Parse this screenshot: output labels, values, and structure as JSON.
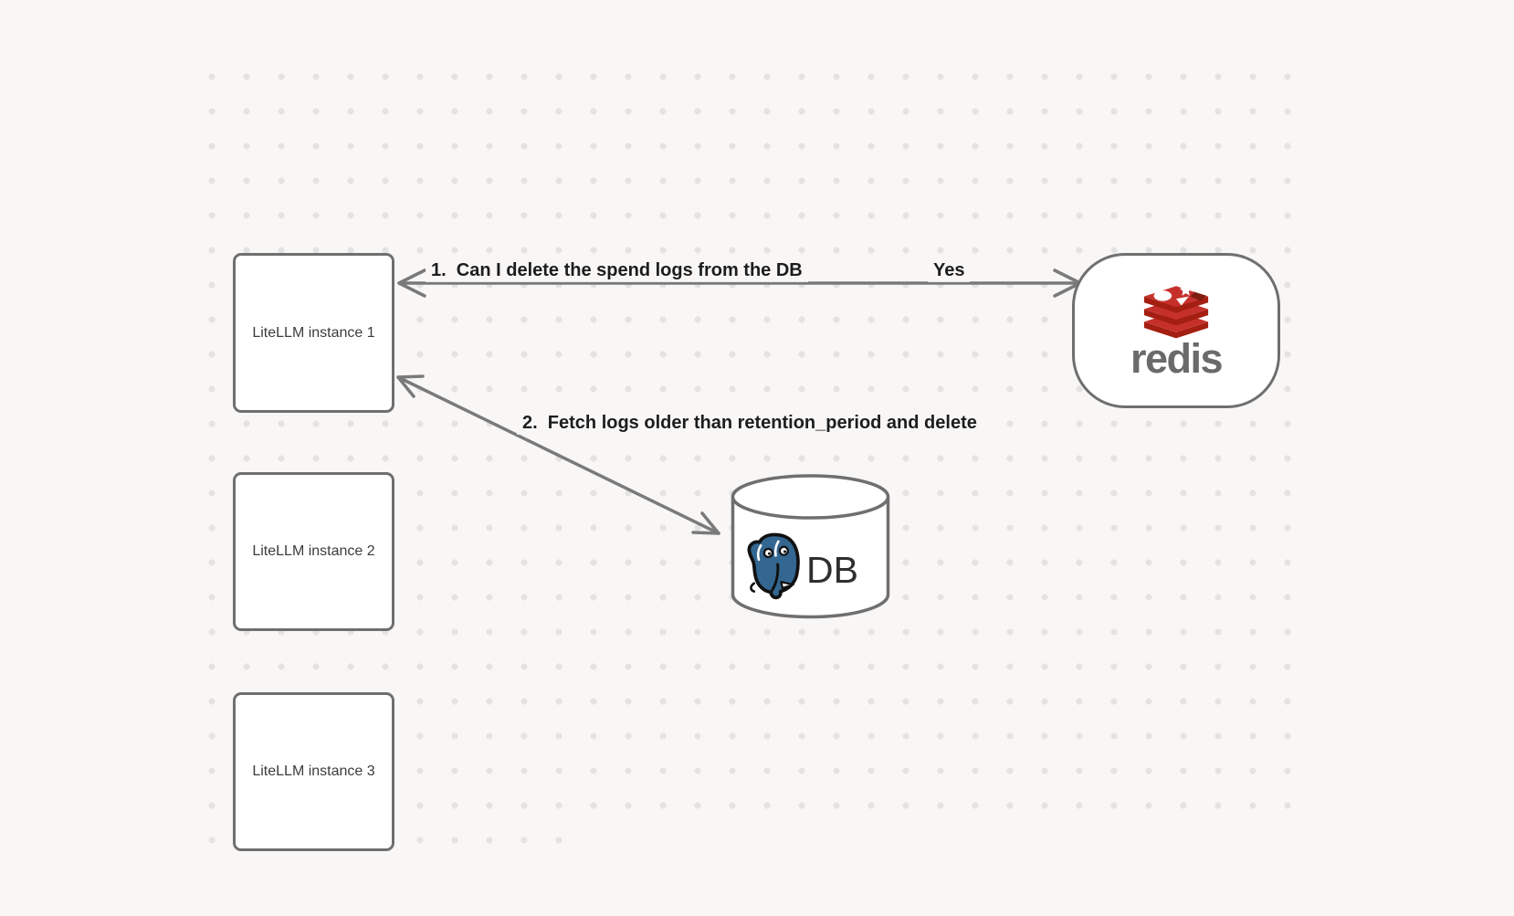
{
  "nodes": {
    "litellm1": {
      "label": "LiteLLM instance 1"
    },
    "litellm2": {
      "label": "LiteLLM instance 2"
    },
    "litellm3": {
      "label": "LiteLLM instance 3"
    },
    "redis": {
      "brand": "redis",
      "icon": "redis-stack-icon"
    },
    "db": {
      "label": "DB",
      "icon": "postgresql-elephant-icon"
    }
  },
  "edges": {
    "edge1": {
      "label": "1.  Can I delete the spend logs from the DB",
      "response": "Yes",
      "from": "litellm1",
      "to": "redis",
      "direction": "bidirectional"
    },
    "edge2": {
      "label": "2.  Fetch logs older than retention_period and delete",
      "from": "litellm1",
      "to": "db",
      "direction": "bidirectional"
    }
  },
  "colors": {
    "background": "#f8f7f6",
    "grid_dot": "#e5e3e1",
    "stroke_gray": "#6f6f6f",
    "arrow_gray": "#7a7a7a",
    "redis_red": "#C6302B",
    "redis_dark_red": "#A41E11",
    "redis_wordmark_gray": "#6a6a6a",
    "postgres_blue": "#336791",
    "label_text": "#1d1d1d"
  }
}
